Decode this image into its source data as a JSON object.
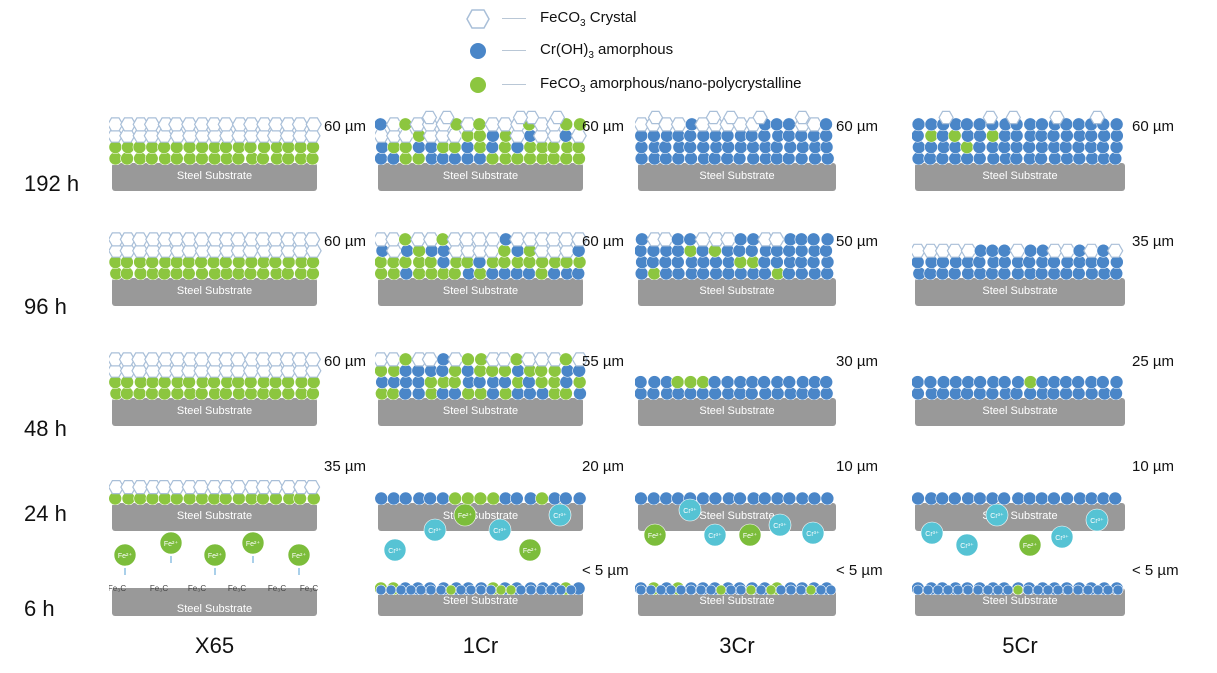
{
  "legend": [
    {
      "formula": "FeCO",
      "subscript": "3",
      "suffix": " Crystal",
      "icon": "hexagon-outline"
    },
    {
      "formula": "Cr(OH)",
      "subscript": "3",
      "suffix": " amorphous",
      "icon": "blue-circle"
    },
    {
      "formula": "FeCO",
      "subscript": "3",
      "suffix": " amorphous/nano-polycrystalline",
      "icon": "green-circle"
    }
  ],
  "colors": {
    "chromium_hydroxide": "#4a86c8",
    "feco3_amorphous": "#8cc63f",
    "crystal_stroke": "#a9bfd8",
    "substrate": "#9a9a9a",
    "cr_ion": "#56c3d4",
    "fe_ion": "#7cbd3b"
  },
  "substrate_label": "Steel Substrate",
  "time_rows": [
    "192 h",
    "96 h",
    "48 h",
    "24 h",
    "6 h"
  ],
  "steels": [
    "X65",
    "1Cr",
    "3Cr",
    "5Cr"
  ],
  "thickness": {
    "X65": [
      "60 µm",
      "60 µm",
      "60 µm",
      "35 µm",
      ""
    ],
    "1Cr": [
      "60 µm",
      "60 µm",
      "55 µm",
      "20 µm",
      "< 5 µm"
    ],
    "3Cr": [
      "60 µm",
      "50 µm",
      "30 µm",
      "10 µm",
      "< 5 µm"
    ],
    "5Cr": [
      "60 µm",
      "35 µm",
      "25 µm",
      "10 µm",
      "< 5 µm"
    ]
  },
  "ions": {
    "fe": "Fe²⁺",
    "cr": "Cr³⁺"
  },
  "carbide": "Fe₃C"
}
